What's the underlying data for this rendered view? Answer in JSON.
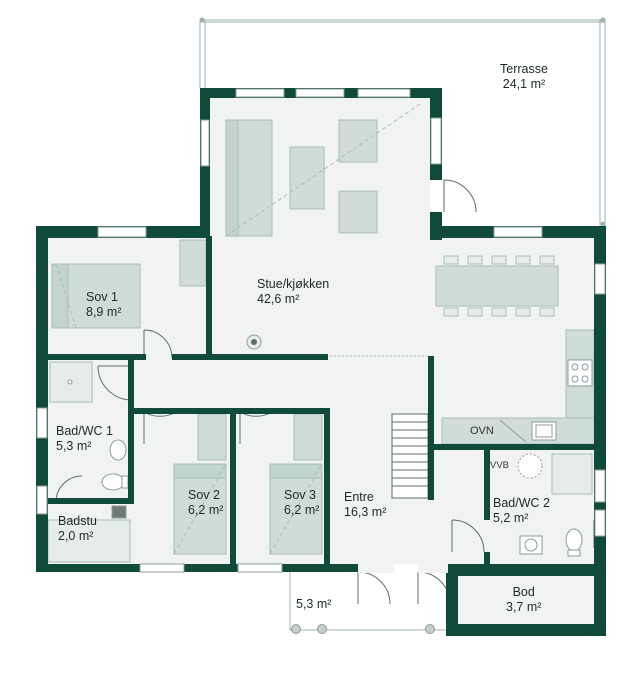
{
  "colors": {
    "wall": "#0f4a3a",
    "floor": "#f1f2f2",
    "furniture": "#cfdcd8",
    "furniture_stroke": "#a9bdb7",
    "fixture_stroke": "#8c9c97",
    "terrace_line": "#9fb3ad",
    "text": "#1e2a26"
  },
  "rooms": [
    {
      "id": "terrasse",
      "name": "Terrasse",
      "area": "24,1 m²"
    },
    {
      "id": "stue",
      "name": "Stue/kjøkken",
      "area": "42,6 m²"
    },
    {
      "id": "sov1",
      "name": "Sov 1",
      "area": "8,9 m²"
    },
    {
      "id": "bad1",
      "name": "Bad/WC 1",
      "area": "5,3 m²"
    },
    {
      "id": "badstu",
      "name": "Badstu",
      "area": "2,0 m²"
    },
    {
      "id": "sov2",
      "name": "Sov 2",
      "area": "6,2 m²"
    },
    {
      "id": "sov3",
      "name": "Sov 3",
      "area": "6,2 m²"
    },
    {
      "id": "entre",
      "name": "Entre",
      "area": "16,3 m²"
    },
    {
      "id": "bad2",
      "name": "Bad/WC 2",
      "area": "5,2 m²"
    },
    {
      "id": "bod",
      "name": "Bod",
      "area": "3,7 m²"
    },
    {
      "id": "porch",
      "name": "",
      "area": "5,3 m²"
    }
  ],
  "fixtures": {
    "oven_label": "OVN",
    "vvb_label": "VVB"
  },
  "icons": [
    "stove-icon",
    "sink-icon",
    "toilet-icon",
    "shower-icon",
    "stair-icon",
    "fireplace-icon",
    "door-swing-icon"
  ]
}
